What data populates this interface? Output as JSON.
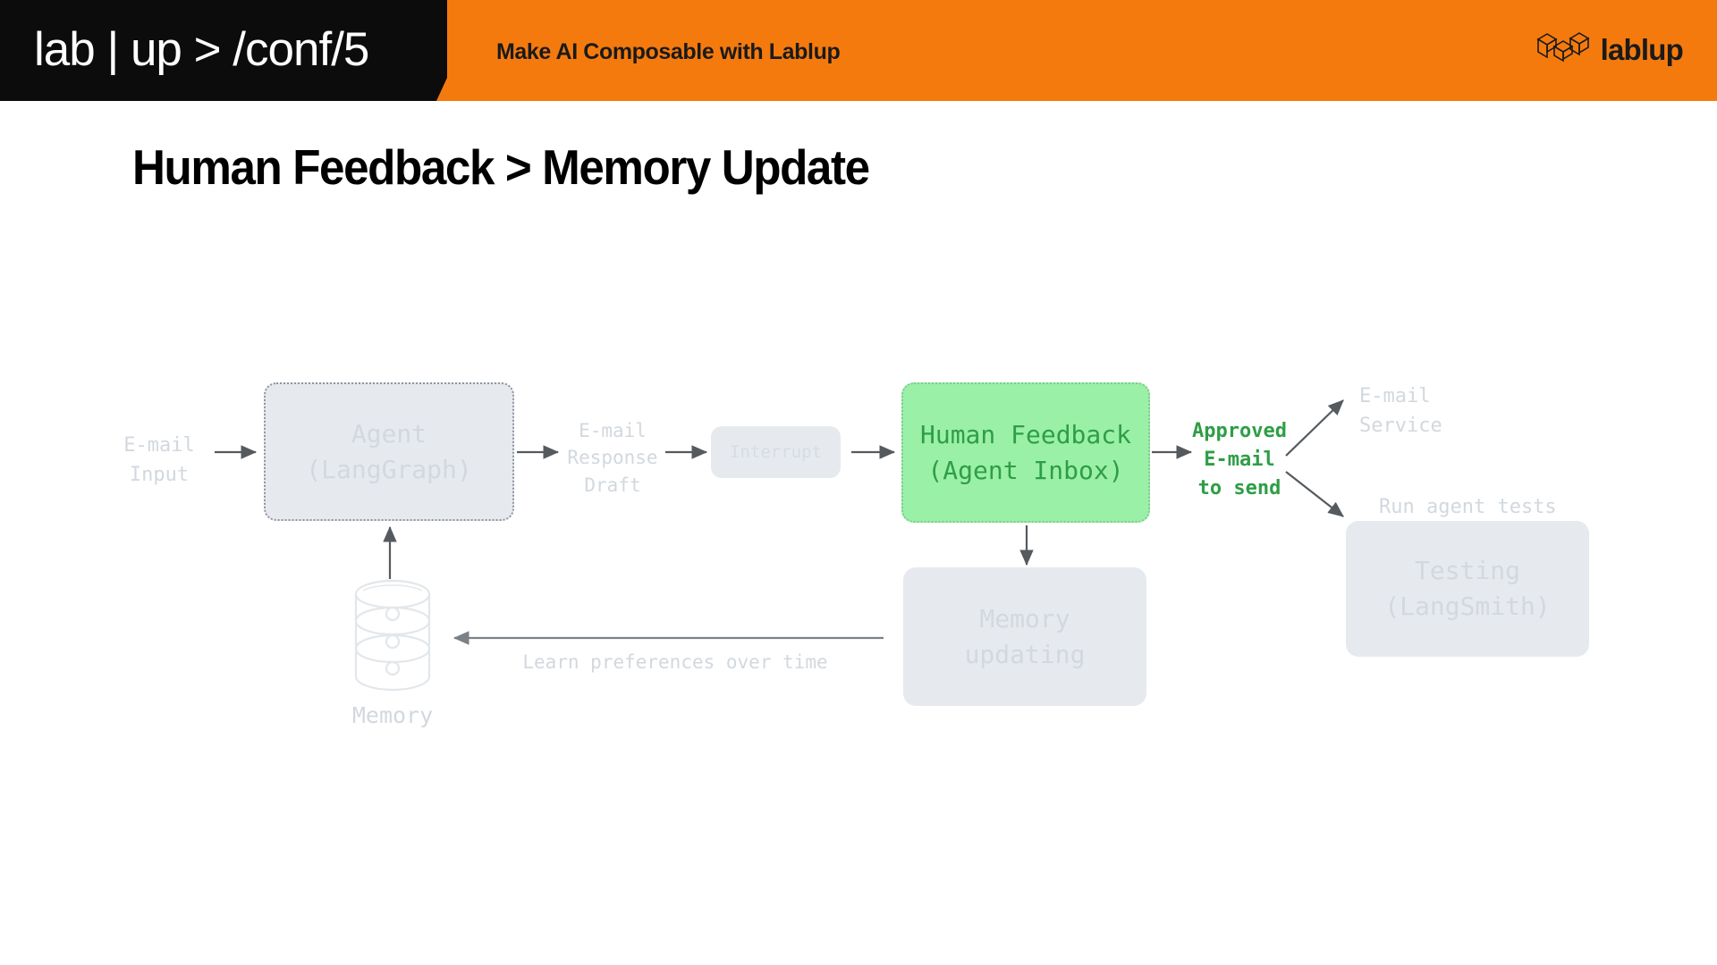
{
  "header": {
    "conf_logo_parts": [
      "lab",
      "|",
      "up",
      ">",
      "/conf/5"
    ],
    "conf_logo_text": "lab | up > /conf/5",
    "tagline": "Make AI Composable with Lablup",
    "brand_name": "lablup",
    "colors": {
      "orange": "#F57A0E",
      "black": "#0c0c0c",
      "white": "#ffffff"
    }
  },
  "slide": {
    "title": "Human Feedback > Memory Update"
  },
  "diagram": {
    "colors": {
      "node_fill": "#E6EAEE",
      "node_text": "#D2D8DE",
      "green_fill": "#9BF0A8",
      "green_text": "#2E9E46",
      "arrow": "#555a5f"
    },
    "nodes": {
      "email_input": "E-mail\nInput",
      "agent": "Agent\n(LangGraph)",
      "email_response_draft": "E-mail\nResponse\nDraft",
      "interrupt": "Interrupt",
      "human_feedback": "Human Feedback\n(Agent Inbox)",
      "approved_email": "Approved\nE-mail\nto send",
      "email_service": "E-mail\nService",
      "run_agent_tests": "Run agent tests",
      "testing": "Testing\n(LangSmith)",
      "memory_updating": "Memory\nupdating",
      "memory_label": "Memory",
      "learn_preferences": "Learn preferences over time"
    },
    "icons": {
      "memory": "database-cylinder-icon"
    }
  }
}
